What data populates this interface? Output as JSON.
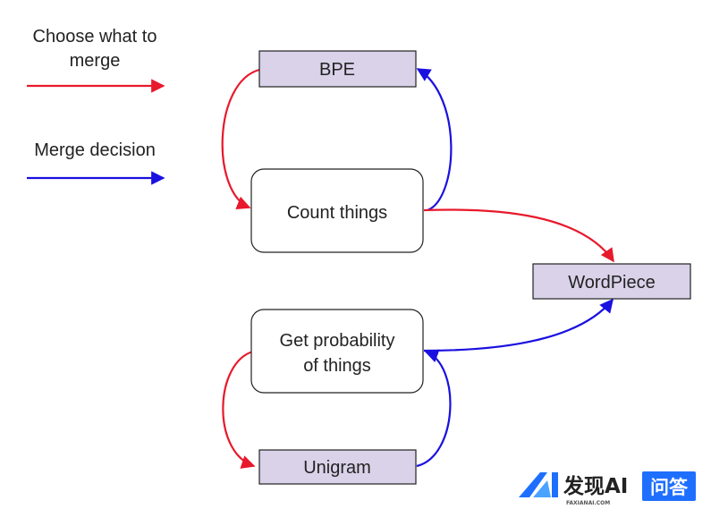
{
  "legend": {
    "choose": {
      "line1": "Choose what to",
      "line2": "merge",
      "color": "#e8192c"
    },
    "decision": {
      "label": "Merge decision",
      "color": "#1a10e0"
    }
  },
  "nodes": {
    "bpe": "BPE",
    "count": "Count things",
    "wordpiece": "WordPiece",
    "prob": {
      "line1": "Get probability",
      "line2": "of things"
    },
    "unigram": "Unigram"
  },
  "colors": {
    "box_fill_purple": "#d9d2e9",
    "box_fill_white": "#ffffff",
    "box_stroke": "#222222"
  },
  "watermark": {
    "text": "发现AI",
    "sub": "FAXIANAI.COM",
    "badge": "问答",
    "brand_color": "#1f6fff"
  }
}
